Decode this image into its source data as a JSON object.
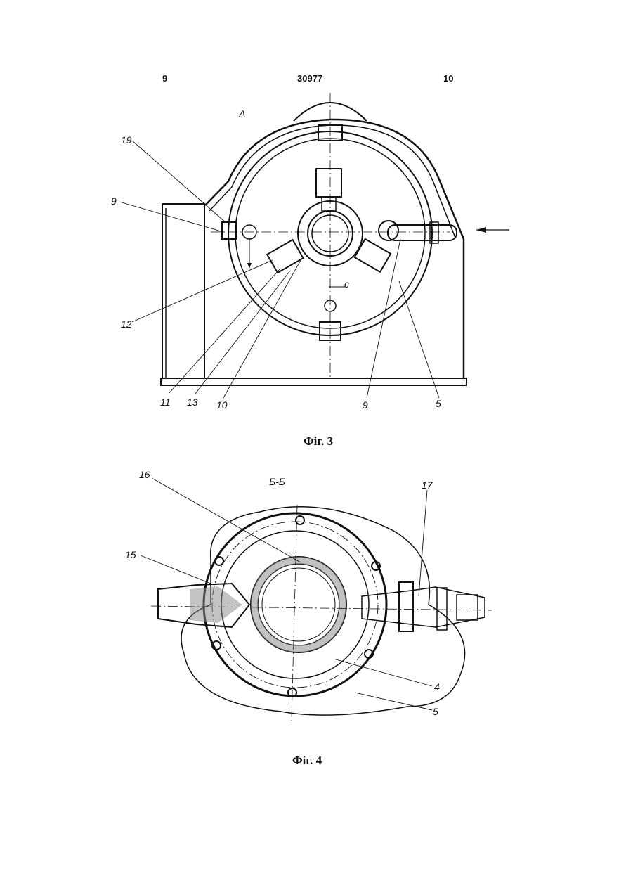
{
  "header": {
    "left_page": "9",
    "doc_number": "30977",
    "right_page": "10"
  },
  "figure3": {
    "caption": "Фіг. 3",
    "view_label": "А",
    "gap_label": "c",
    "callouts": [
      "19",
      "9",
      "12",
      "11",
      "13",
      "10",
      "9",
      "5"
    ]
  },
  "figure4": {
    "caption": "Фіг. 4",
    "section_label": "Б-Б",
    "callouts": [
      "16",
      "15",
      "17",
      "4",
      "5"
    ]
  }
}
